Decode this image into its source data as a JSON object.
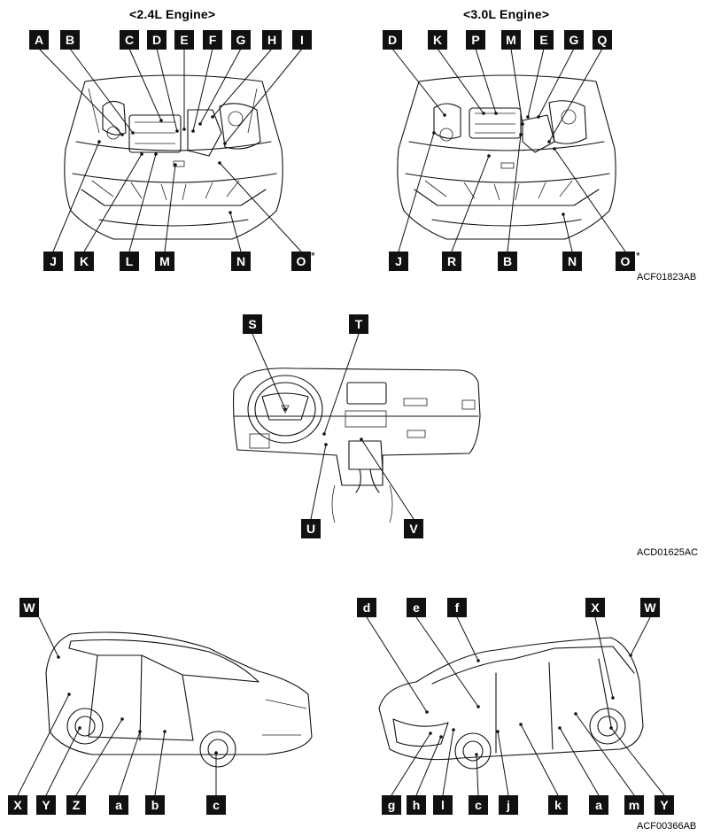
{
  "engine_panel": {
    "title_left": "<2.4L Engine>",
    "title_right": "<3.0L Engine>",
    "code": "ACF01823AB",
    "asterisk": "*",
    "left_top_labels": [
      "A",
      "B",
      "C",
      "D",
      "E",
      "F",
      "G",
      "H",
      "I"
    ],
    "left_bottom_labels": [
      "J",
      "K",
      "L",
      "M",
      "N",
      "O"
    ],
    "right_top_labels": [
      "D",
      "K",
      "P",
      "M",
      "E",
      "G",
      "Q"
    ],
    "right_bottom_labels": [
      "J",
      "R",
      "B",
      "N",
      "O"
    ]
  },
  "dashboard_panel": {
    "code": "ACD01625AC",
    "top_labels": [
      "S",
      "T"
    ],
    "bottom_labels": [
      "U",
      "V"
    ]
  },
  "exterior_panel": {
    "code": "ACF00366AB",
    "left_top_labels": [
      "W"
    ],
    "left_bottom_labels": [
      "X",
      "Y",
      "Z",
      "a",
      "b",
      "c"
    ],
    "right_top_labels": [
      "d",
      "e",
      "f",
      "X",
      "W"
    ],
    "right_bottom_labels": [
      "g",
      "h",
      "l",
      "c",
      "j",
      "k",
      "a",
      "m",
      "Y"
    ]
  }
}
